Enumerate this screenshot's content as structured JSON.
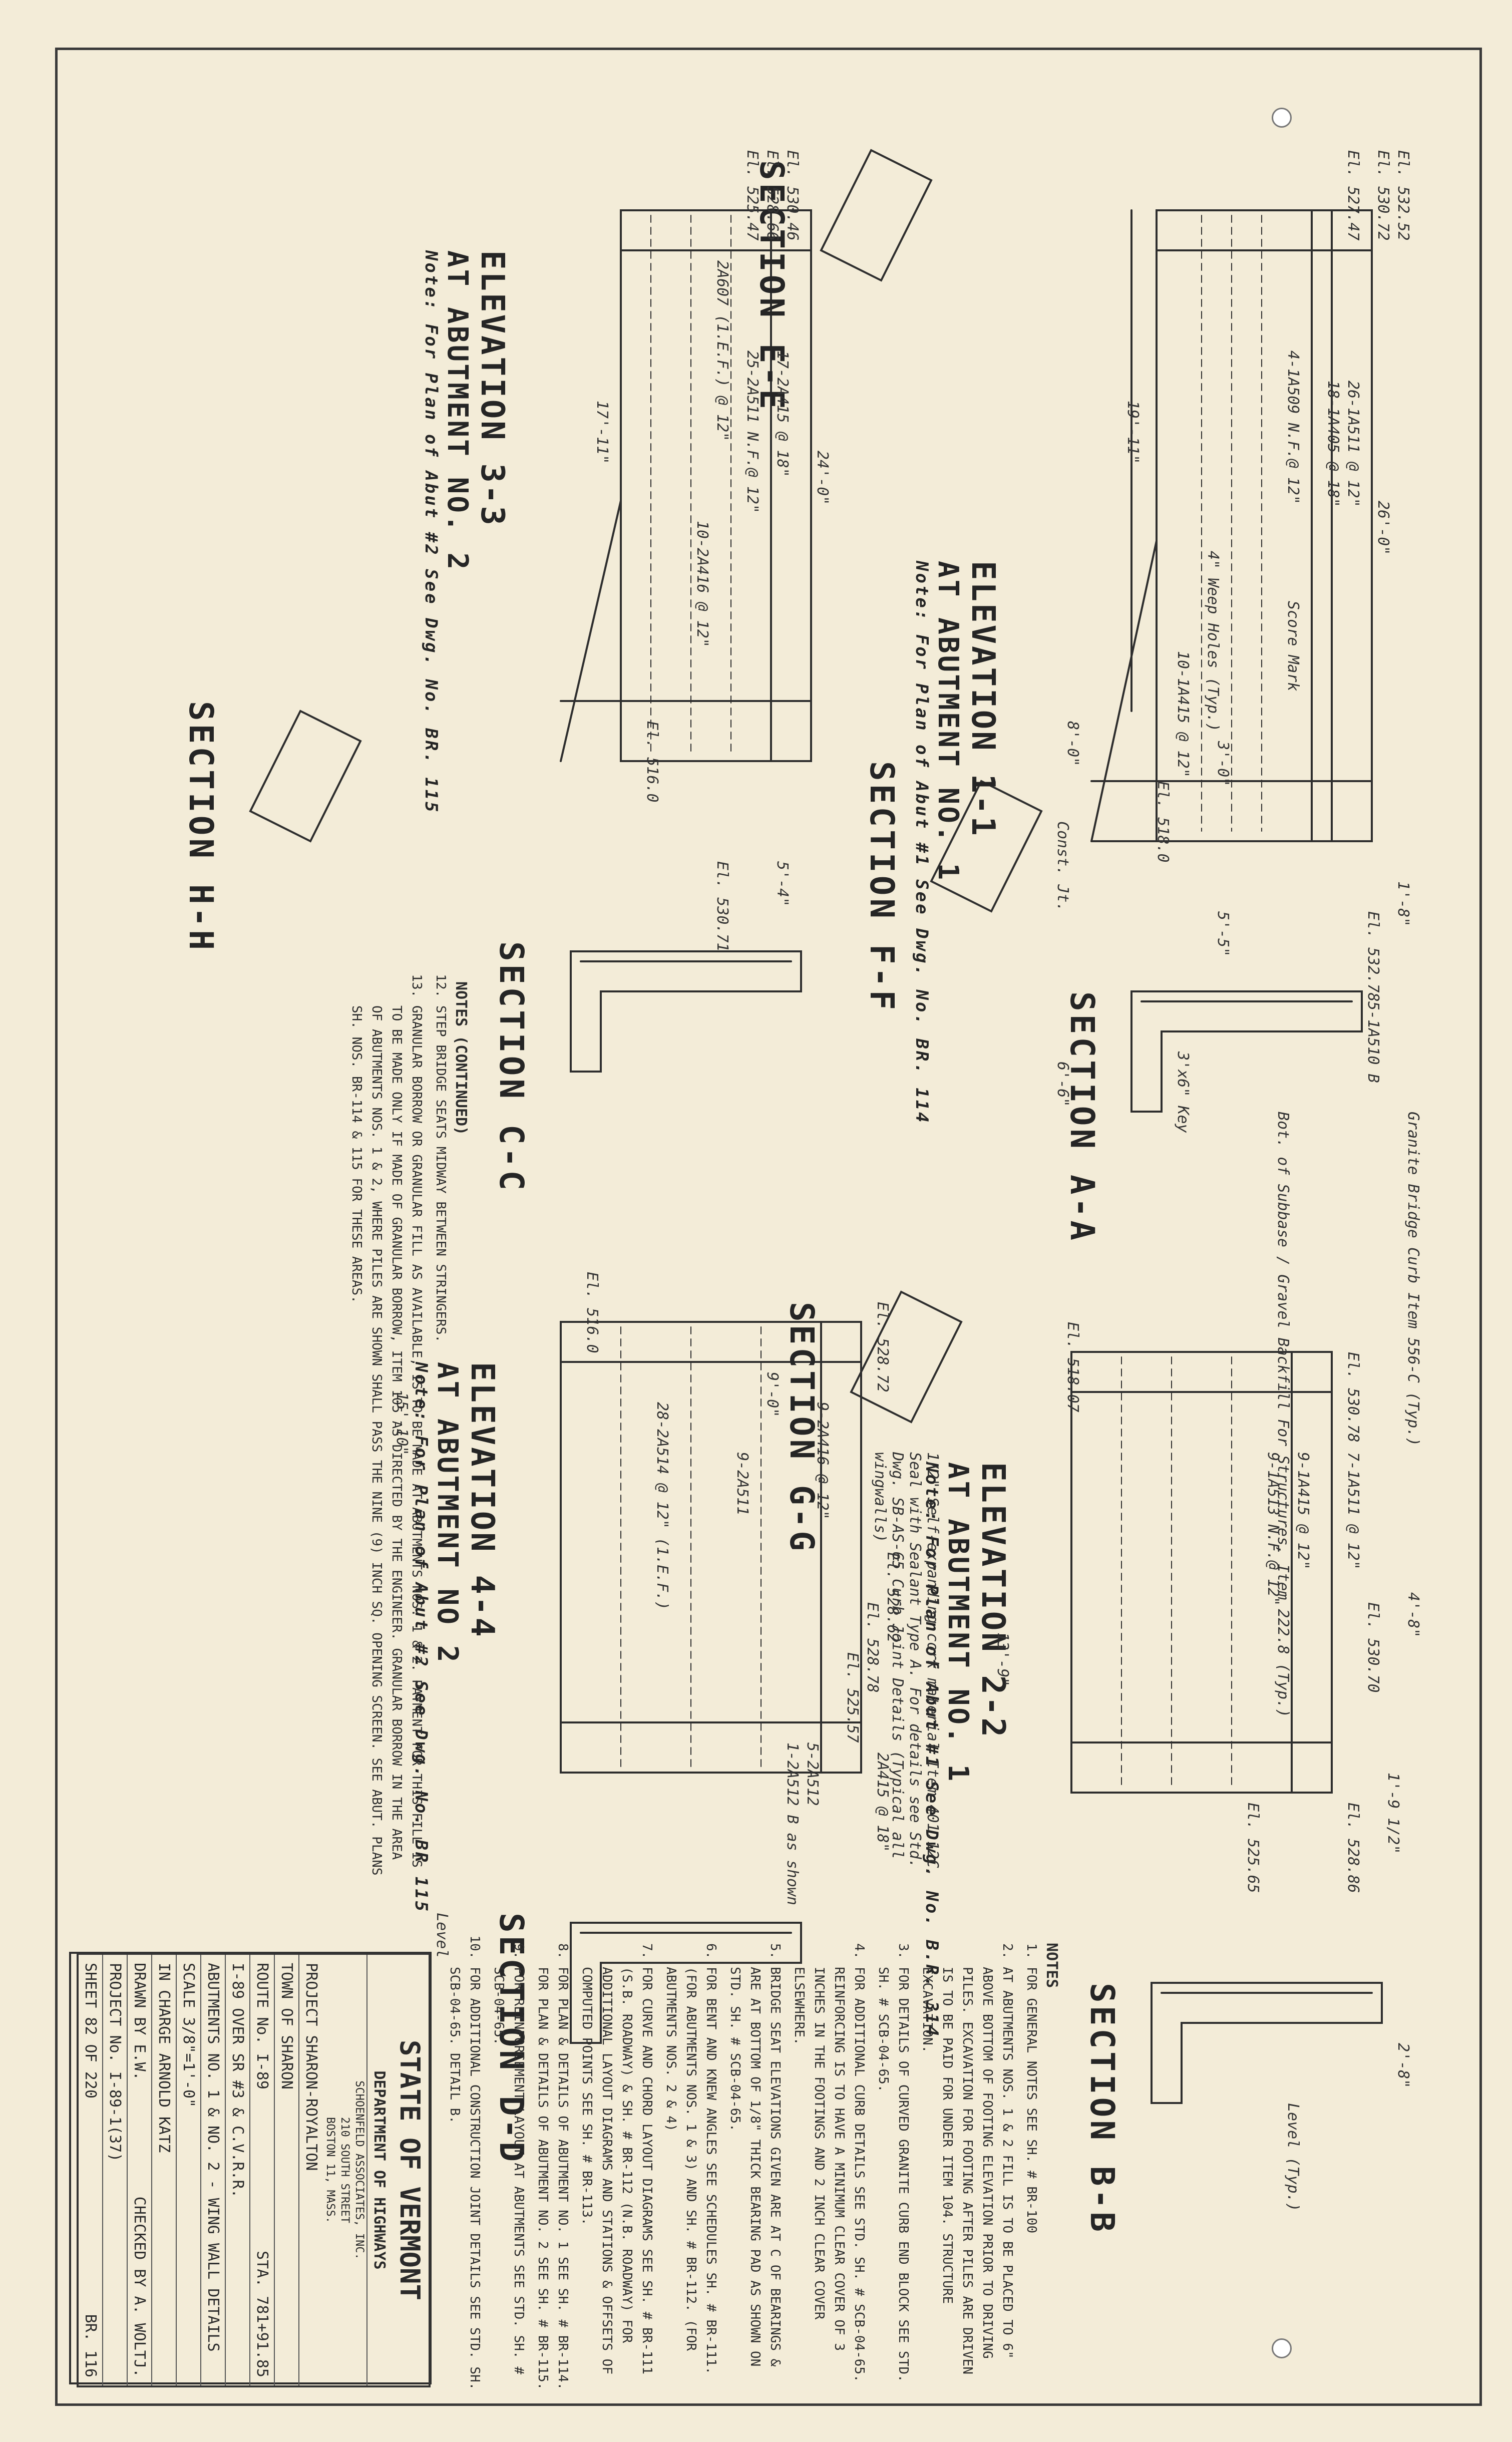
{
  "sheet": {
    "state": "STATE OF VERMONT",
    "department": "DEPARTMENT OF HIGHWAYS",
    "consultant": "SCHOENFELD ASSOCIATES, INC.",
    "consultant_address_1": "210 SOUTH STREET",
    "consultant_address_2": "BOSTON 11, MASS.",
    "project": "PROJECT  SHARON-ROYALTON",
    "town": "TOWN OF  SHARON",
    "route": "ROUTE No. I-89",
    "station": "STA. 781+91.85",
    "over": "I-89 OVER SR #3 & C.V.R.R.",
    "drawing_title": "ABUTMENTS NO. 1 & NO. 2 - WING WALL DETAILS",
    "scale": "SCALE  3/8\"=1'-0\"",
    "in_charge": "IN CHARGE  ARNOLD KATZ",
    "drawn": "DRAWN BY  E.W.",
    "checked": "CHECKED BY  A. WOLTJ.",
    "project_no": "PROJECT No. I-89-1(37)",
    "sheet_no": "SHEET  82  OF  220",
    "br_no": "BR. 116"
  },
  "titles": {
    "elev_1_1": "ELEVATION 1-1",
    "elev_1_1_sub": "AT ABUTMENT NO. 1",
    "elev_1_1_note": "Note: For Plan of Abut #1 See Dwg. No. BR. 114",
    "elev_2_2": "ELEVATION 2-2",
    "elev_2_2_sub": "AT ABUTMENT NO. 1",
    "elev_2_2_note": "Note: For Plan of Abut #1 See Dwg. No. B.R. 314",
    "elev_3_3": "ELEVATION 3-3",
    "elev_3_3_sub": "AT ABUTMENT NO. 2",
    "elev_3_3_note": "Note: For Plan of Abut #2 See Dwg. No. BR. 115",
    "elev_4_4": "ELEVATION 4-4",
    "elev_4_4_sub": "AT ABUTMENT NO 2",
    "elev_4_4_note": "Note: For Plan of Abut #2 See Dwg. No. BR 115"
  },
  "sections": {
    "aa": "SECTION A-A",
    "bb": "SECTION B-B",
    "cc": "SECTION C-C",
    "dd": "SECTION D-D",
    "ee": "SECTION E-E",
    "ff": "SECTION F-F",
    "gg": "SECTION G-G",
    "hh": "SECTION H-H"
  },
  "labels": {
    "el_530_72": "El. 530.72",
    "el_532_52": "El. 532.52",
    "el_527_47": "El. 527.47",
    "el_530_46": "El. 530.46",
    "el_528_66": "El. 528.66",
    "el_525_47": "El. 525.47",
    "el_532_78": "El. 532.78",
    "el_518_0": "El. 518.0",
    "el_516_0": "El. 516.0",
    "el_530_71": "El. 530.71",
    "el_518_07": "El. 518.07",
    "el_530_78": "El. 530.78",
    "el_530_70": "El. 530.70",
    "el_528_86": "El. 528.86",
    "el_525_65": "El. 525.65",
    "el_528_72": "El. 528.72",
    "el_528_62": "El. 528.62",
    "el_528_78": "El. 528.78",
    "el_525_57": "El. 525.57",
    "el_516_0b": "El. 516.0",
    "dim_26_0": "26'-0\"",
    "dim_24_0": "24'-0\"",
    "dim_19_11": "19'-11\"",
    "dim_17_11": "17'-11\"",
    "dim_8_0": "8'-0\"",
    "dim_5_4": "5'-4\"",
    "dim_5_5": "5'-5\"",
    "dim_3_0": "3'-0\"",
    "dim_1_8": "1'-8\"",
    "dim_9_0": "9'-0\"",
    "dim_15_10": "15'-10\"",
    "dim_13_9": "13'-9\"",
    "dim_4_8": "4'-8\"",
    "dim_2_8": "2'-8\"",
    "dim_6_6": "6'-6\"",
    "dim_1_95": "1'-9 1/2\"",
    "score_mark": "Score Mark",
    "weep_holes": "4\" Weep Holes (Typ.)",
    "const_jt": "Const. Jt.",
    "key": "3'x6\" Key",
    "level": "Level",
    "level_typ": "Level (Typ.)",
    "granite_curb": "Granite Bridge Curb Item 556-C (Typ.)",
    "gravel_backfill": "Bot. of Subbase / Gravel Backfill For Structures, Item 222.8 (Typ.)",
    "cork": "1/2\" Self-expanding cork material Item 401.12C. Seal with Sealant Type A. For details see Std. Dwg. SB-AS-65 Curb Joint Details (Typical all wingwalls)",
    "bar_1": "26-1A511 @ 12\"",
    "bar_2": "18-1A405 @ 18\"",
    "bar_3": "9-1A415 @ 12\"",
    "bar_4": "9-1A513 N.F.@ 12\"",
    "bar_5": "7-1A511 @ 12\"",
    "bar_6": "17-2A415 @ 18\"",
    "bar_7": "9-2A416 @ 12\"",
    "bar_8": "28-2A514 @ 12\" (1.E.F.)",
    "bar_9": "10-2A416 @ 12\"",
    "bar_10": "25-2A511 N.F.@ 12\"",
    "bar_11": "10-1A415 @ 12\"",
    "bar_12": "5-1A510 B",
    "bar_13": "4-1A509 N.F.@ 12\"",
    "bar_14": "2A607 (1.E.F.) @ 12\"",
    "bar_15": "9-2A511",
    "bar_16": "5-2A512",
    "bar_17": "1-2A512 B as shown",
    "bar_18": "2A415 @ 18\""
  },
  "notes": {
    "heading": "NOTES",
    "items": [
      "FOR GENERAL NOTES SEE SH. # BR-100",
      "AT ABUTMENTS NOS. 1 & 2 FILL IS TO BE PLACED TO 6\" ABOVE BOTTOM OF FOOTING ELEVATION PRIOR TO DRIVING PILES. EXCAVATION FOR FOOTING AFTER PILES ARE DRIVEN IS TO BE PAID FOR UNDER ITEM 104. STRUCTURE EXCAVATION.",
      "FOR DETAILS OF CURVED GRANITE CURB END BLOCK SEE STD. SH. # SCB-04-65.",
      "FOR ADDITIONAL CURB DETAILS SEE STD. SH. # SCB-04-65. REINFORCING IS TO HAVE A MINIMUM CLEAR COVER OF 3 INCHES IN THE FOOTINGS AND 2 INCH CLEAR COVER ELSEWHERE.",
      "BRIDGE SEAT ELEVATIONS GIVEN ARE AT C OF BEARINGS & ARE AT BOTTOM OF 1/8\" THICK BEARING PAD AS SHOWN ON STD. SH. # SCB-04-65.",
      "FOR BENT AND KNEW ANGLES SEE SCHEDULES SH. # BR-111. (FOR ABUTMENTS NOS. 1 & 3) AND SH. # BR-112. (FOR ABUTMENTS NOS. 2 & 4)",
      "FOR CURVE AND CHORD LAYOUT DIAGRAMS SEE SH. # BR-111 (S.B. ROADWAY) & SH. # BR-112 (N.B. ROADWAY) FOR ADDITIONAL LAYOUT DIAGRAMS AND STATIONS & OFFSETS OF COMPUTED POINTS SEE SH. # BR-113.",
      "FOR PLAN & DETAILS OF ABUTMENT NO. 1 SEE SH. # BR-114. FOR PLAN & DETAILS OF ABUTMENT NO. 2 SEE SH. # BR-115.",
      "FOR REINFORCEMENT LAYOUT AT ABUTMENTS SEE STD. SH. # SCB-04-65.",
      "FOR ADDITIONAL CONSTRUCTION JOINT DETAILS SEE STD. SH. SCB-04-65. DETAIL B."
    ],
    "continued_heading": "NOTES (CONTINUED)",
    "continued": [
      "STEP BRIDGE SEATS MIDWAY BETWEEN STRINGERS.",
      "GRANULAR BORROW OR GRANULAR FILL AS AVAILABLE, IS TO BE MADE AT ABUTMENTS NOS. 1 & 2. PAYMENT FOR THIS FILL IS TO BE MADE ONLY IF MADE OF GRANULAR BORROW, ITEM 105 AS DIRECTED BY THE ENGINEER. GRANULAR BORROW IN THE AREA OF ABUTMENTS NOS. 1 & 2, WHERE PILES ARE SHOWN SHALL PASS THE NINE (9) INCH SQ. OPENING SCREEN. SEE ABUT. PLANS SH. NOS. BR-114 & 115 FOR THESE AREAS."
    ]
  }
}
